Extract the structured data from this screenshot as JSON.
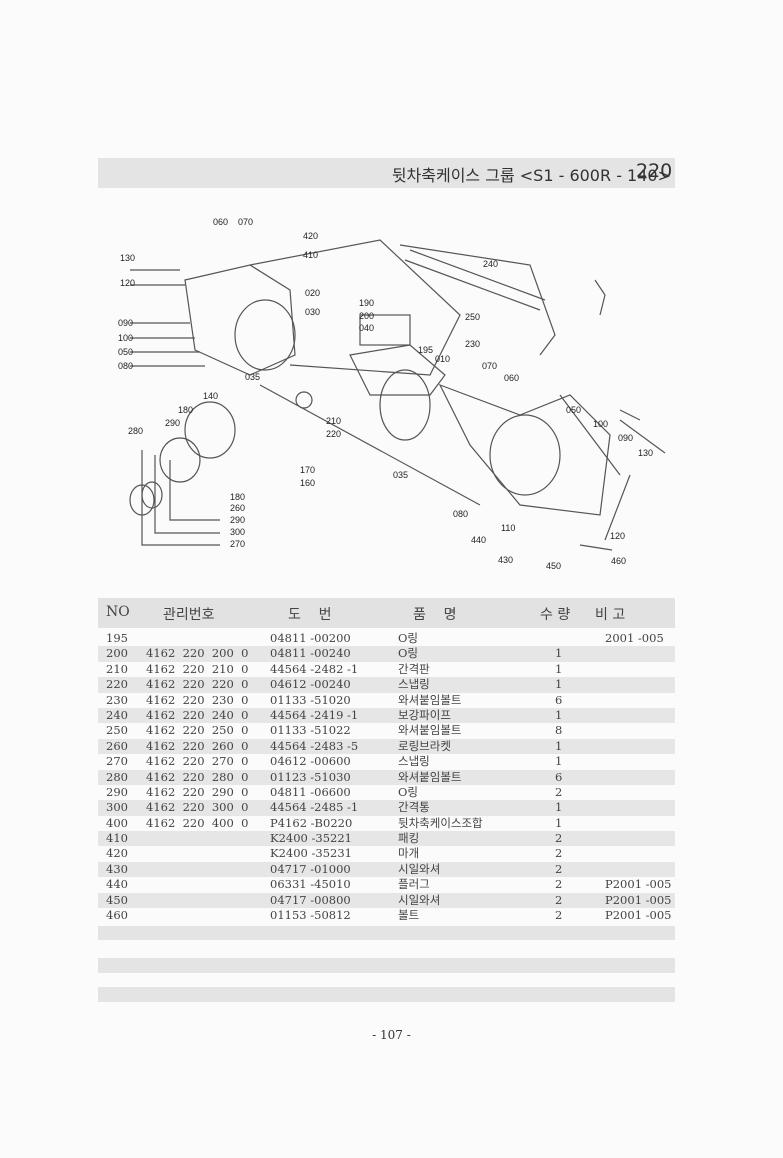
{
  "header": {
    "title": "뒷차축케이스 그룹 <S1 - 600R - 140>",
    "section_number": "220"
  },
  "diagram": {
    "labels": [
      "060",
      "070",
      "420",
      "410",
      "130",
      "120",
      "090",
      "100",
      "050",
      "080",
      "035",
      "020",
      "030",
      "190",
      "200",
      "040",
      "195",
      "010",
      "230",
      "240",
      "250",
      "070",
      "060",
      "140",
      "180",
      "290",
      "280",
      "210",
      "220",
      "170",
      "160",
      "180",
      "260",
      "290",
      "300",
      "270",
      "035",
      "050",
      "100",
      "090",
      "130",
      "080",
      "110",
      "120",
      "440",
      "430",
      "450",
      "460"
    ]
  },
  "table": {
    "headers": {
      "no": "NO",
      "mgmt": "관리번호",
      "drawing": "도    번",
      "name": "품    명",
      "qty": "수 량",
      "remark": "비 고"
    },
    "rows": [
      {
        "no": "195",
        "mgmt": "",
        "drawing": "04811 -00200",
        "name": "O링",
        "qty": "",
        "remark": "2001 -005"
      },
      {
        "no": "200",
        "mgmt": "4162  220  200  0",
        "drawing": "04811 -00240",
        "name": "O링",
        "qty": "1",
        "remark": ""
      },
      {
        "no": "210",
        "mgmt": "4162  220  210  0",
        "drawing": "44564 -2482 -1",
        "name": "간격판",
        "qty": "1",
        "remark": ""
      },
      {
        "no": "220",
        "mgmt": "4162  220  220  0",
        "drawing": "04612 -00240",
        "name": "스냅링",
        "qty": "1",
        "remark": ""
      },
      {
        "no": "230",
        "mgmt": "4162  220  230  0",
        "drawing": "01133 -51020",
        "name": "와셔붙임볼트",
        "qty": "6",
        "remark": ""
      },
      {
        "no": "240",
        "mgmt": "4162  220  240  0",
        "drawing": "44564 -2419 -1",
        "name": "보강파이프",
        "qty": "1",
        "remark": ""
      },
      {
        "no": "250",
        "mgmt": "4162  220  250  0",
        "drawing": "01133 -51022",
        "name": "와셔붙임볼트",
        "qty": "8",
        "remark": ""
      },
      {
        "no": "260",
        "mgmt": "4162  220  260  0",
        "drawing": "44564 -2483 -5",
        "name": "로링브라켓",
        "qty": "1",
        "remark": ""
      },
      {
        "no": "270",
        "mgmt": "4162  220  270  0",
        "drawing": "04612 -00600",
        "name": "스냅링",
        "qty": "1",
        "remark": ""
      },
      {
        "no": "280",
        "mgmt": "4162  220  280  0",
        "drawing": "01123 -51030",
        "name": "와셔붙임볼트",
        "qty": "6",
        "remark": ""
      },
      {
        "no": "290",
        "mgmt": "4162  220  290  0",
        "drawing": "04811 -06600",
        "name": "O링",
        "qty": "2",
        "remark": ""
      },
      {
        "no": "300",
        "mgmt": "4162  220  300  0",
        "drawing": "44564 -2485 -1",
        "name": "간격통",
        "qty": "1",
        "remark": ""
      },
      {
        "no": "400",
        "mgmt": "4162  220  400  0",
        "drawing": "P4162 -B0220",
        "name": "뒷차축케이스조합",
        "qty": "1",
        "remark": ""
      },
      {
        "no": "410",
        "mgmt": "",
        "drawing": "K2400 -35221",
        "name": "패킹",
        "qty": "2",
        "remark": ""
      },
      {
        "no": "420",
        "mgmt": "",
        "drawing": "K2400 -35231",
        "name": "마개",
        "qty": "2",
        "remark": ""
      },
      {
        "no": "430",
        "mgmt": "",
        "drawing": "04717 -01000",
        "name": "시일와셔",
        "qty": "2",
        "remark": ""
      },
      {
        "no": "440",
        "mgmt": "",
        "drawing": "06331 -45010",
        "name": "플러그",
        "qty": "2",
        "remark": "P2001 -005"
      },
      {
        "no": "450",
        "mgmt": "",
        "drawing": "04717 -00800",
        "name": "시일와셔",
        "qty": "2",
        "remark": "P2001 -005"
      },
      {
        "no": "460",
        "mgmt": "",
        "drawing": "01153 -50812",
        "name": "볼트",
        "qty": "2",
        "remark": "P2001 -005"
      }
    ]
  },
  "footer": {
    "page_number": "- 107 -"
  }
}
